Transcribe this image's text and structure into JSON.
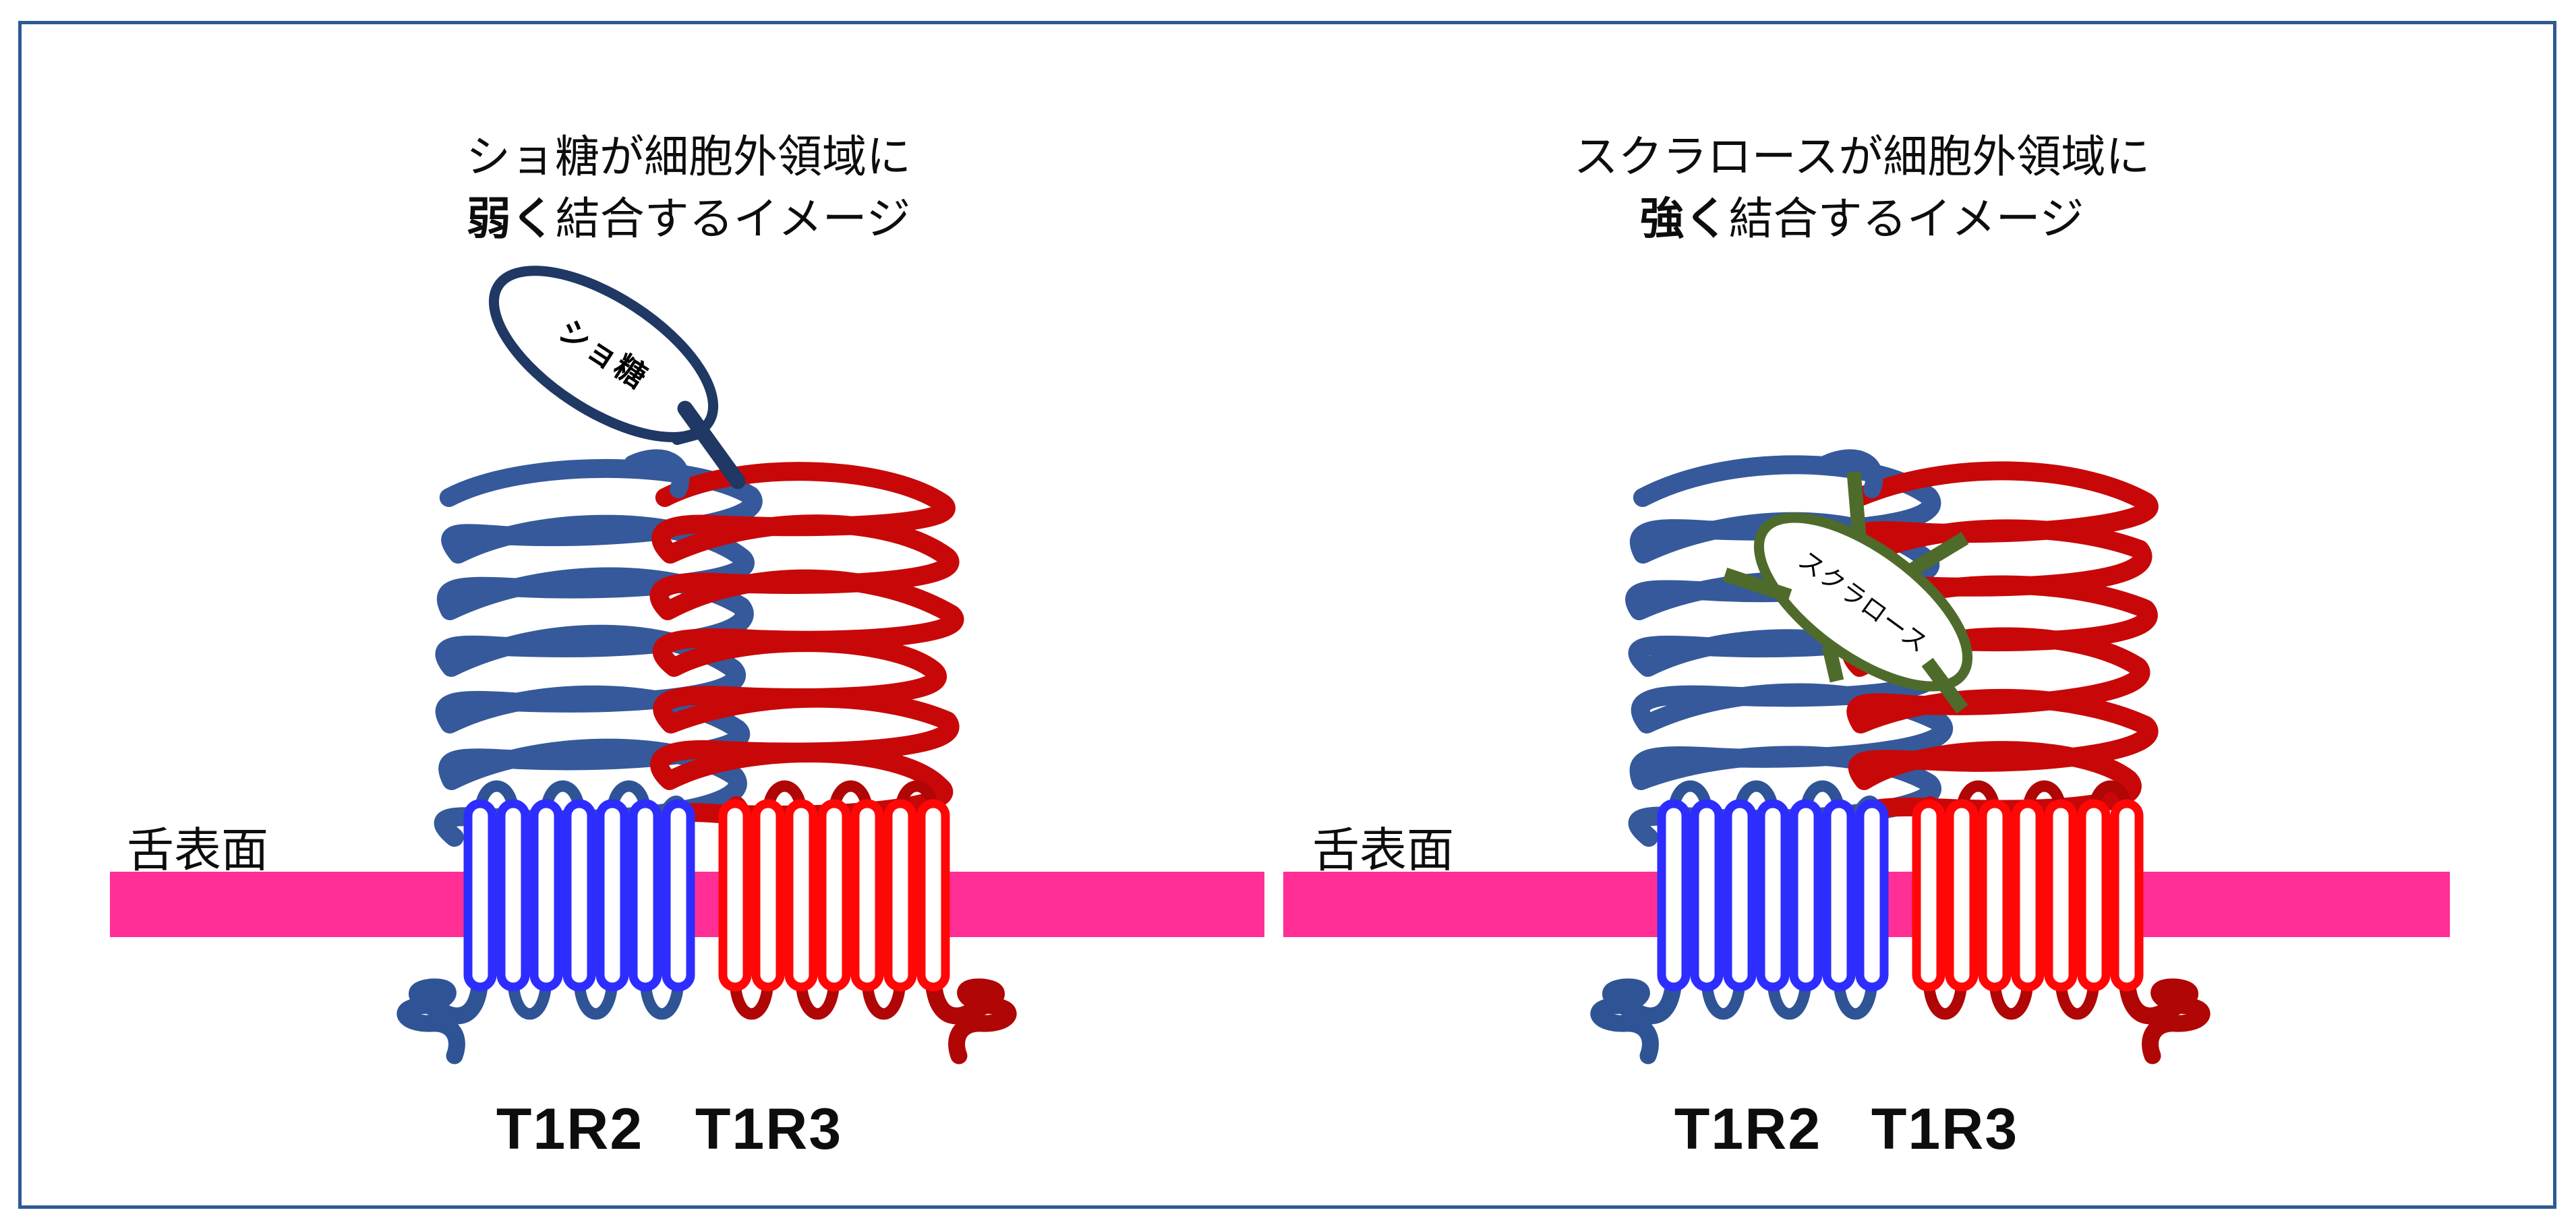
{
  "panels": [
    {
      "id": "sucrose-weak-binding",
      "title_line1": "ショ糖が細胞外領域に",
      "title_bold": "弱く",
      "title_line2_rest": "結合するイメージ",
      "ligand_label": "ショ糖",
      "membrane_label": "舌表面",
      "receptor_left_label": "T1R2",
      "receptor_right_label": "T1R3"
    },
    {
      "id": "sucralose-strong-binding",
      "title_line1": "スクラロースが細胞外領域に",
      "title_bold": "強く",
      "title_line2_rest": "結合するイメージ",
      "ligand_label": "スクラロース",
      "membrane_label": "舌表面",
      "receptor_left_label": "T1R2",
      "receptor_right_label": "T1R3"
    }
  ],
  "colors": {
    "membrane": "#ff2f96",
    "t1r2_ecd": "#35599b",
    "t1r2_tm": "#2d2dff",
    "t1r2_loop": "#2f5496",
    "t1r3_ecd": "#c80808",
    "t1r3_tm": "#ff0707",
    "t1r3_loop": "#b00606",
    "sucrose_ligand": "#1f3864",
    "sucralose_ligand": "#4e6b2b",
    "frame_border": "#2e5a95",
    "text": "#0d0d0d"
  }
}
